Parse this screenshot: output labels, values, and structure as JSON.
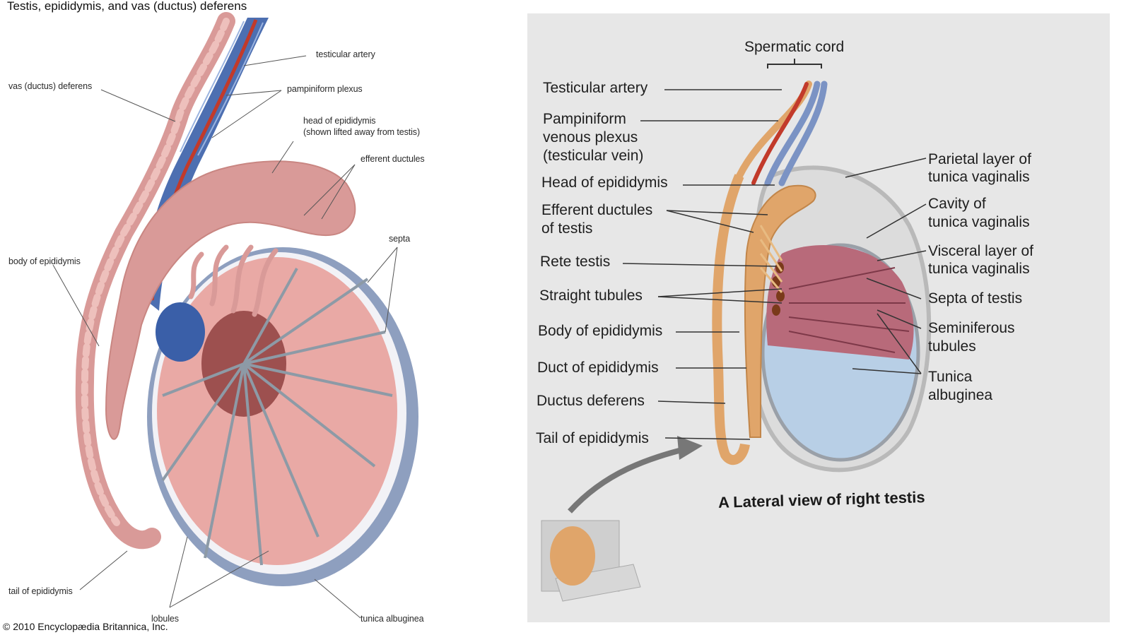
{
  "left": {
    "title": "Testis, epididymis, and vas (ductus) deferens",
    "copyright": "© 2010 Encyclopædia Britannica, Inc.",
    "labels": {
      "testicular_artery": "testicular artery",
      "vas_deferens": "vas (ductus) deferens",
      "pampiniform_plexus": "pampiniform plexus",
      "head_of_epididymis_1": "head of epididymis",
      "head_of_epididymis_2": "(shown lifted away from testis)",
      "efferent_ductules": "efferent ductules",
      "septa": "septa",
      "body_of_epididymis": "body of epididymis",
      "tail_of_epididymis": "tail of epididymis",
      "lobules": "lobules",
      "tunica_albuginea": "tunica albuginea"
    }
  },
  "right": {
    "caption": "A Lateral view of right testis",
    "labels": {
      "spermatic_cord": "Spermatic cord",
      "testicular_artery": "Testicular artery",
      "pampiniform_1": "Pampiniform",
      "pampiniform_2": "venous plexus",
      "pampiniform_3": "(testicular vein)",
      "head_of_epididymis": "Head of epididymis",
      "efferent_1": "Efferent ductules",
      "efferent_2": "of testis",
      "rete_testis": "Rete testis",
      "straight_tubules": "Straight tubules",
      "body_of_epididymis": "Body of epididymis",
      "duct_of_epididymis": "Duct of epididymis",
      "ductus_deferens": "Ductus deferens",
      "tail_of_epididymis": "Tail of epididymis",
      "parietal_1": "Parietal layer of",
      "parietal_2": "tunica vaginalis",
      "cavity_1": "Cavity of",
      "cavity_2": "tunica vaginalis",
      "visceral_1": "Visceral layer of",
      "visceral_2": "tunica vaginalis",
      "septa_of_testis": "Septa of testis",
      "seminiferous_1": "Seminiferous",
      "seminiferous_2": "tubules",
      "tunica_albuginea_1": "Tunica",
      "tunica_albuginea_2": "albuginea"
    }
  },
  "colors": {
    "tissue_pink": "#e9a9a5",
    "epididymis_pink": "#d99a98",
    "vein_blue": "#3a5fa8",
    "artery_red": "#c23a2a",
    "tunica_blue_gray": "#8e9fbf",
    "duct_orange": "#e0a56a",
    "tunica_light_blue": "#b8cfe6",
    "right_panel_bg": "#e7e7e7"
  }
}
